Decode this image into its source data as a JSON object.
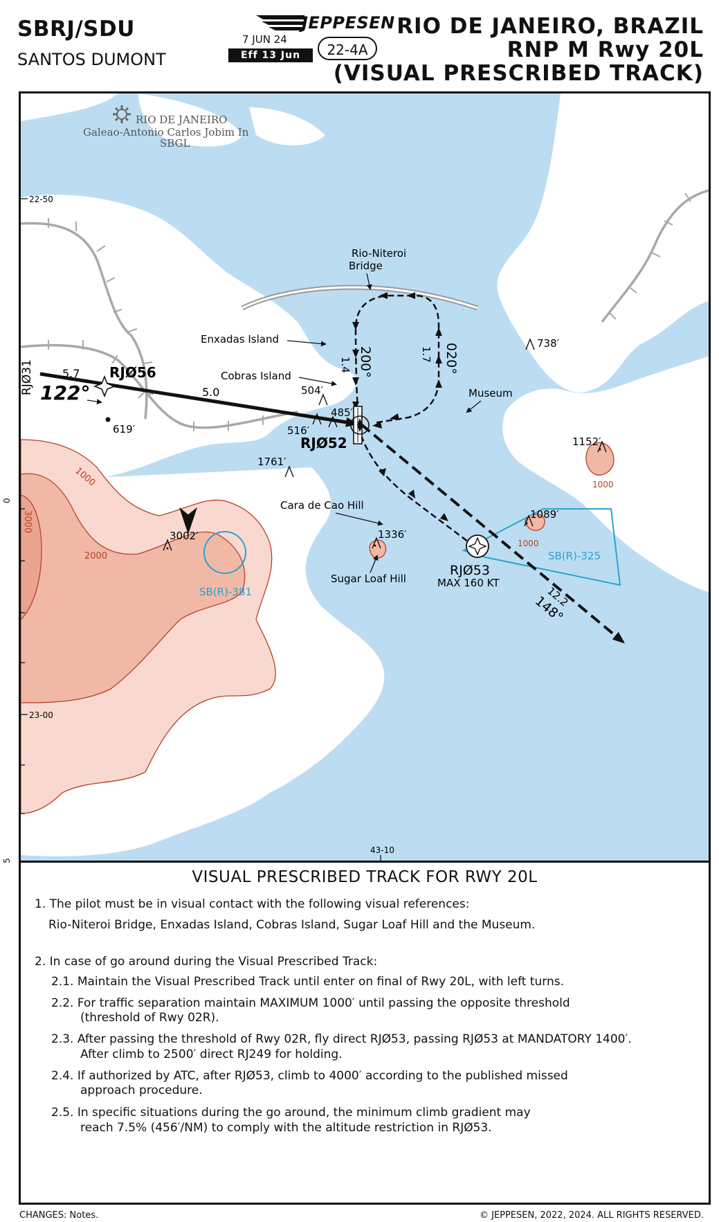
{
  "header": {
    "airport_id": "SBRJ/SDU",
    "airport_name": "SANTOS DUMONT",
    "brand": "JEPPESEN",
    "date": "7 JUN 24",
    "effective": "Eff 13 Jun",
    "chart_number": "22-4A",
    "title_city": "RIO DE JANEIRO, BRAZIL",
    "title_procedure": "RNP M Rwy 20L",
    "title_sub": "(VISUAL PRESCRIBED TRACK)"
  },
  "map": {
    "airport_label": [
      "RIO DE JANEIRO",
      "Galeao-Antonio Carlos Jobim In",
      "SBGL"
    ],
    "lat_labels": [
      "22-50",
      "23-00"
    ],
    "lon_label": "43-10",
    "side_marks": [
      "0",
      "5"
    ],
    "landmarks": {
      "bridge": [
        "Rio-Niteroi",
        "Bridge"
      ],
      "enxadas": "Enxadas Island",
      "cobras": "Cobras Island",
      "museum": "Museum",
      "cara": "Cara de Cao Hill",
      "sugar": "Sugar Loaf Hill"
    },
    "fixes": {
      "rj031": "RJØ31",
      "rj056": "RJØ56",
      "rj052": "RJØ52",
      "rj053": "RJØ53",
      "rj053_speed": "MAX 160 KT"
    },
    "tracks": {
      "inbound_course": "122°",
      "seg1_dist": "5.7",
      "seg2_dist": "5.0",
      "down_dist": "1.4",
      "down_course": "200°",
      "up_dist": "1.7",
      "up_course": "020°",
      "out_dist": "12.2",
      "out_course": "148°"
    },
    "elevations": {
      "e738": "738′",
      "e619": "619′",
      "e504": "504′",
      "e485": "485′",
      "e516": "516′",
      "e1761": "1761′",
      "e1152": "1152′",
      "e1089": "1089′",
      "e1336": "1336′",
      "e3002": "3002′"
    },
    "contours": {
      "c1000": "1000",
      "c2000": "2000",
      "c3000": "3000"
    },
    "areas": {
      "sb325": "SB(R)-325",
      "sb381": "SB(R)-381"
    },
    "colors": {
      "water": "#bcdcf2",
      "terrain_low": "#f9d9cf",
      "terrain_high": "#f1b8a6",
      "contour": "#b5402a",
      "restricted": "#2ba3cf",
      "rail": "#a8a8a8"
    }
  },
  "notes": {
    "title": "VISUAL PRESCRIBED TRACK FOR RWY 20L",
    "lines": [
      "1. The pilot must be in visual contact with the following visual references:",
      "Rio-Niteroi Bridge, Enxadas Island, Cobras Island, Sugar Loaf Hill and the Museum.",
      "2. In case of go around during the Visual Prescribed Track:",
      "2.1. Maintain the Visual Prescribed Track until enter on final of Rwy 20L, with left turns.",
      "2.2. For traffic separation maintain MAXIMUM 1000′ until passing the opposite threshold",
      "(threshold of Rwy 02R).",
      "2.3. After passing the threshold of Rwy 02R, fly direct RJØ53, passing RJØ53 at MANDATORY 1400′.",
      "After climb to 2500′ direct RJ249 for holding.",
      "2.4. If authorized by ATC, after RJØ53, climb to 4000′ according to the published missed",
      "approach procedure.",
      "2.5. In specific situations during the go around, the minimum climb gradient may",
      "reach 7.5% (456′/NM) to comply with the altitude restriction in RJØ53."
    ]
  },
  "footer": {
    "changes_label": "CHANGES:",
    "changes_text": "Notes.",
    "copyright": "© JEPPESEN, 2022, 2024. ALL RIGHTS RESERVED."
  }
}
